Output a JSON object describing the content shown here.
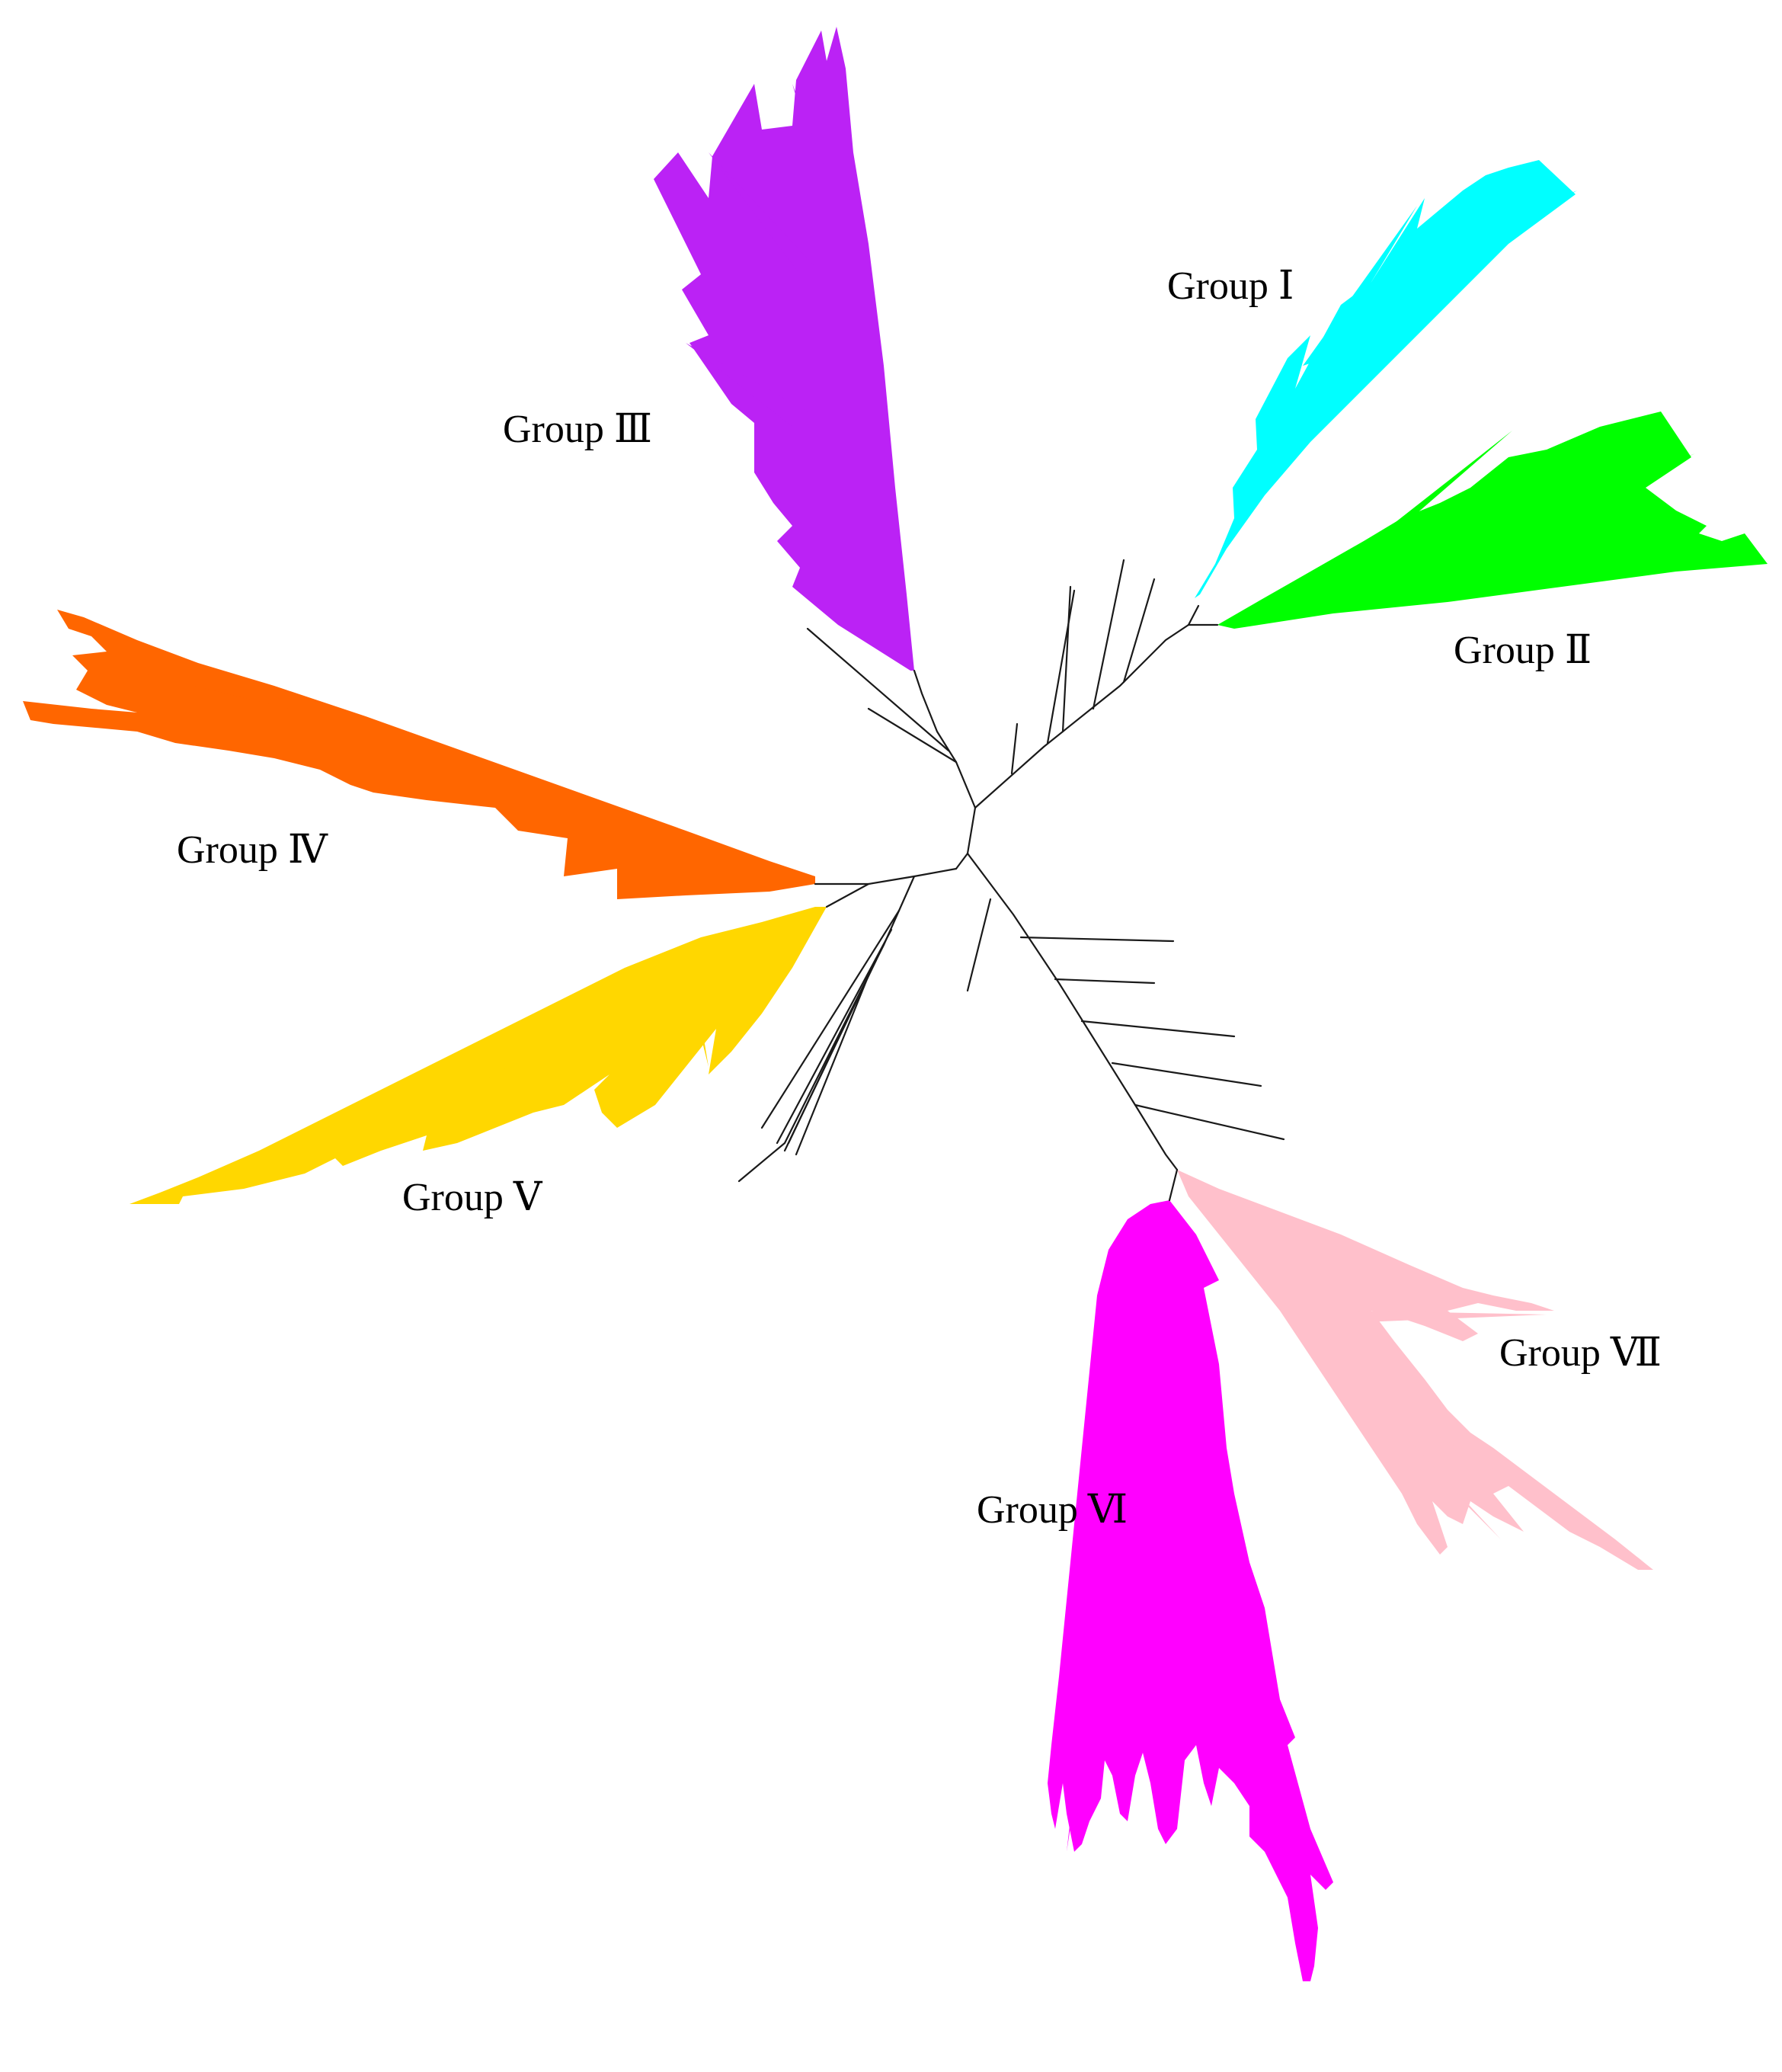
{
  "diagram": {
    "type": "unrooted-phylogenetic-tree",
    "branch_color": "#1a1a1a",
    "groups": [
      {
        "id": "g1",
        "label": "Group Ⅰ",
        "color": "#00FFFF"
      },
      {
        "id": "g2",
        "label": "Group Ⅱ",
        "color": "#00FF00"
      },
      {
        "id": "g3",
        "label": "Group Ⅲ",
        "color": "#BB22F5"
      },
      {
        "id": "g4",
        "label": "Group Ⅳ",
        "color": "#FF6600"
      },
      {
        "id": "g5",
        "label": "Group Ⅴ",
        "color": "#FFD700"
      },
      {
        "id": "g6",
        "label": "Group Ⅵ",
        "color": "#FF00FF"
      },
      {
        "id": "g7",
        "label": "Group Ⅶ",
        "color": "#FFC0CB"
      }
    ]
  }
}
